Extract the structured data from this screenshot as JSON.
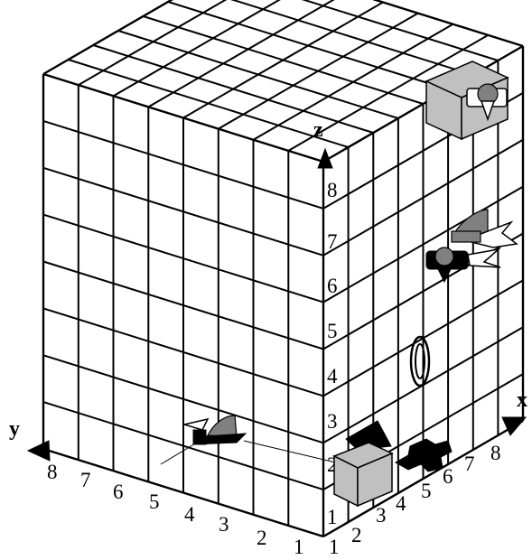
{
  "axes": {
    "x_label": "x",
    "y_label": "y",
    "z_label": "z"
  },
  "ticks": {
    "y": [
      "1",
      "2",
      "3",
      "4",
      "5",
      "6",
      "7",
      "8"
    ],
    "x": [
      "1",
      "2",
      "3",
      "4",
      "5",
      "6",
      "7",
      "8"
    ],
    "z": [
      "1",
      "2",
      "3",
      "4",
      "5",
      "6",
      "7",
      "8"
    ]
  },
  "colors": {
    "grid": "#000000",
    "cube_fill": "#c0c0c0",
    "shape_dark": "#808080",
    "shape_black": "#000000"
  },
  "objects": [
    {
      "icon": "small-cube-icon",
      "position": "front-bottom"
    },
    {
      "icon": "small-cube-icon",
      "position": "back-top"
    },
    {
      "icon": "cross-icon",
      "position": "bottom-right"
    },
    {
      "icon": "pyramid-icon",
      "position": "bottom-front"
    },
    {
      "icon": "ring-icon",
      "position": "right-face-middle"
    },
    {
      "icon": "ship-icon",
      "position": "right-face-upper"
    },
    {
      "icon": "rocket-icon",
      "position": "right-face-upper"
    },
    {
      "icon": "satellite-icon",
      "position": "back-top"
    },
    {
      "icon": "ship-icon",
      "position": "left-face-bottom"
    }
  ]
}
